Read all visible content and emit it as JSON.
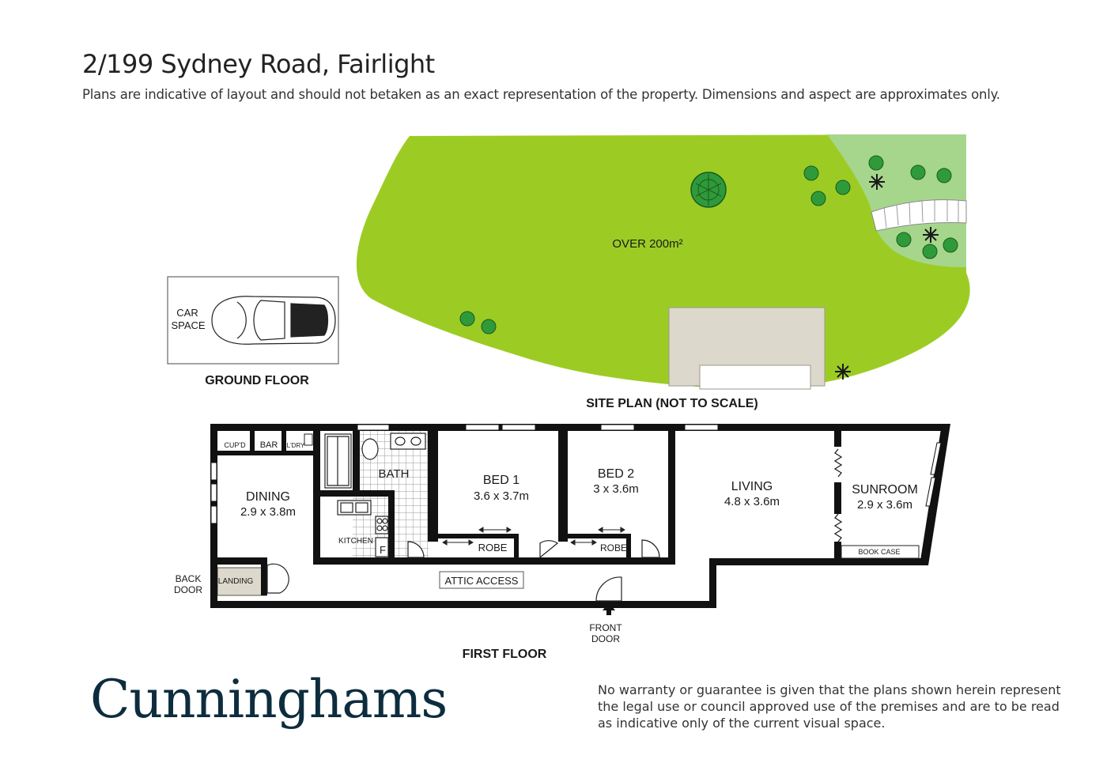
{
  "header": {
    "title": "2/199 Sydney Road, Fairlight",
    "subtitle": "Plans are indicative of layout and should not betaken as an exact representation of the property.  Dimensions and aspect are approximates only."
  },
  "site_plan": {
    "area_label": "OVER 200m²",
    "label": "SITE PLAN (NOT TO SCALE)"
  },
  "ground_floor": {
    "car_space_line1": "CAR",
    "car_space_line2": "SPACE",
    "label": "GROUND FLOOR"
  },
  "first_floor": {
    "label": "FIRST FLOOR",
    "rooms": {
      "cupd": "CUP'D",
      "bar": "BAR",
      "ldry": "L'DRY",
      "dining": "DINING",
      "dining_size": "2.9 x 3.8m",
      "bath": "BATH",
      "kitchen": "KITCHEN",
      "fridge": "F",
      "bed1": "BED 1",
      "bed1_size": "3.6 x 3.7m",
      "robe1": "ROBE",
      "bed2": "BED 2",
      "bed2_size": "3 x 3.6m",
      "robe2": "ROBE",
      "living": "LIVING",
      "living_size": "4.8 x 3.6m",
      "sunroom": "SUNROOM",
      "sunroom_size": "2.9 x 3.6m",
      "book_case": "BOOK CASE",
      "landing": "LANDING",
      "back_door_line1": "BACK",
      "back_door_line2": "DOOR",
      "attic_access": "ATTIC ACCESS",
      "front_door_line1": "FRONT",
      "front_door_line2": "DOOR"
    }
  },
  "footer": {
    "brand": "Cunninghams",
    "disclaimer": [
      "No warranty or guarantee is given that the plans shown herein represent",
      "the legal use or council approved use of the premises and are to be read",
      "as indicative only of the current visual space."
    ]
  },
  "colors": {
    "lawn": "#9ccc24",
    "garden_bed": "#a6d68c",
    "paving": "#dcd8cb",
    "wall": "#111111",
    "bath_tile": "#d8d8d8",
    "brand": "#0d2d3e"
  }
}
